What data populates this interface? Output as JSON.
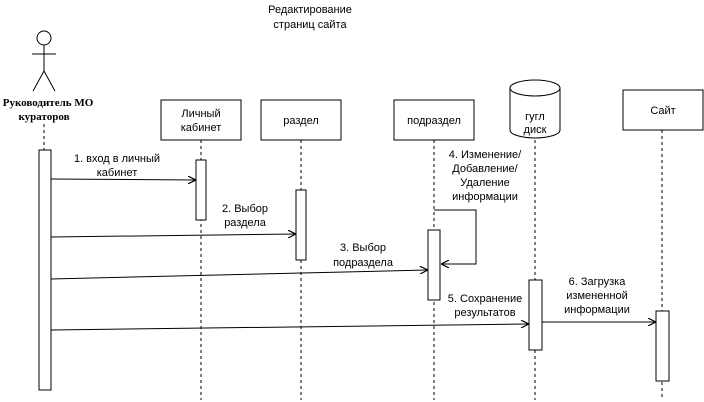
{
  "title": {
    "line1": "Редактирование",
    "line2": "страниц сайта"
  },
  "actor": {
    "label": "Руководитель МО",
    "label2": "кураторов"
  },
  "participants": [
    {
      "lines": [
        "Личный",
        "кабинет"
      ]
    },
    {
      "lines": [
        "раздел"
      ]
    },
    {
      "lines": [
        "подраздел"
      ]
    },
    {
      "lines": [
        "гугл",
        "диск"
      ]
    },
    {
      "lines": [
        "Сайт"
      ]
    }
  ],
  "messages": [
    {
      "lines": [
        "1. вход в личный",
        "кабинет"
      ]
    },
    {
      "lines": [
        "2. Выбор",
        "раздела"
      ]
    },
    {
      "lines": [
        "3. Выбор",
        "подраздела"
      ]
    },
    {
      "lines": [
        "4. Изменение/",
        "Добавление/",
        "Удаление",
        "информации"
      ]
    },
    {
      "lines": [
        "5. Сохранение",
        "результатов"
      ]
    },
    {
      "lines": [
        "6. Загрузка",
        "измененной",
        "информации"
      ]
    }
  ]
}
